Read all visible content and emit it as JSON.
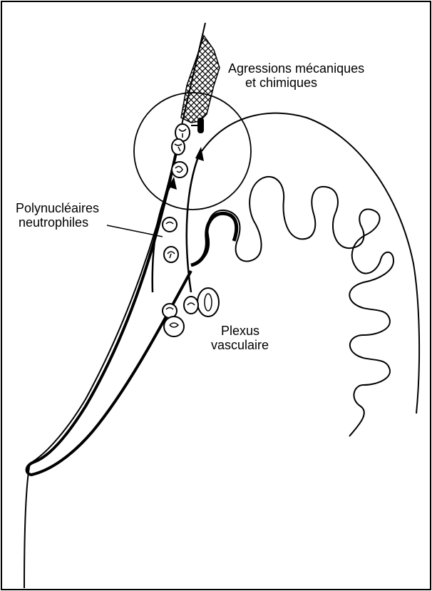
{
  "labels": {
    "agressions_line1": "Agressions mécaniques",
    "agressions_line2": "et chimiques",
    "polynucleaires_line1": "Polynucléaires",
    "polynucleaires_line2": "neutrophiles",
    "plexus_line1": "Plexus",
    "plexus_line2": "vasculaire"
  },
  "colors": {
    "ink": "#000000",
    "paper": "#ffffff"
  }
}
